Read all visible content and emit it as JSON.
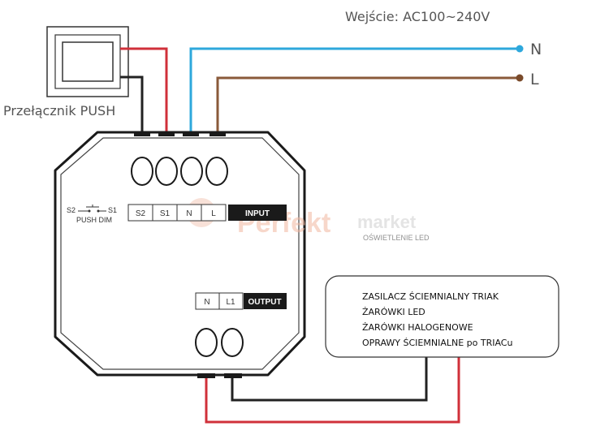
{
  "input_label": "Wejście: AC100~240V",
  "line_labels": {
    "n": "N",
    "l": "L"
  },
  "switch_label": "Przełącznik PUSH",
  "device": {
    "switch_symbol": {
      "s2": "S2",
      "s1": "S1",
      "caption": "PUSH DIM"
    },
    "input_terminals": [
      "S2",
      "S1",
      "N",
      "L"
    ],
    "input_title": "INPUT",
    "output_terminals": [
      "N",
      "L1"
    ],
    "output_title": "OUTPUT"
  },
  "load_box": {
    "lines": [
      "ZASILACZ ŚCIEMNIALNY TRIAK",
      "ŻARÓWKI LED",
      "ŻARÓWKI HALOGENOWE",
      "OPRAWY ŚCIEMNIALNE po TRIACu"
    ]
  },
  "watermark": {
    "brand_a": "Perfekt",
    "brand_b": "market",
    "tagline": "OŚWIETLENIE LED"
  },
  "colors": {
    "wire_red": "#d0303a",
    "wire_blue": "#2ea8dc",
    "wire_brown": "#8a5a3a",
    "wire_black": "#222222",
    "dot_blue": "#2ea8dc",
    "dot_brown": "#7a4a2a",
    "watermark": "#f2c9b8"
  }
}
